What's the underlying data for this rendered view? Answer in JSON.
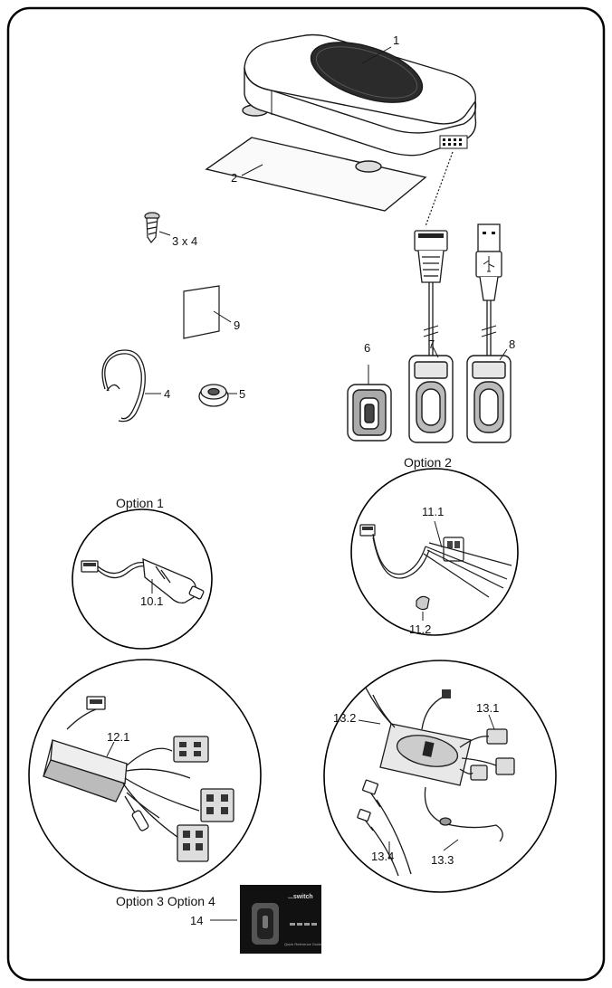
{
  "parts": {
    "main_unit": "1",
    "pad": "2",
    "screws": "3 x 4",
    "ear_hook": "4",
    "ear_cushion": "5",
    "remote_small": "6",
    "remote_cable": "7",
    "remote_usb": "8",
    "sticker": "9"
  },
  "options": {
    "option1": {
      "title": "Option 1",
      "cable": "10.1"
    },
    "option2": {
      "title": "Option 2",
      "cable": "11.1",
      "clip": "11.2"
    },
    "option3": {
      "cable": "12.1"
    },
    "option4": {
      "cable": "13.1",
      "lead": "13.2",
      "cord": "13.3",
      "adapter": "13.4"
    },
    "bottom_caption": "Option 3 Option 4"
  },
  "guide": {
    "number": "14",
    "cover_brand": "...switch",
    "cover_subtitle": "Quick Reference Guide"
  },
  "colors": {
    "line": "#1a1a1a",
    "frame": "#000000",
    "guide_cover": "#111111"
  }
}
